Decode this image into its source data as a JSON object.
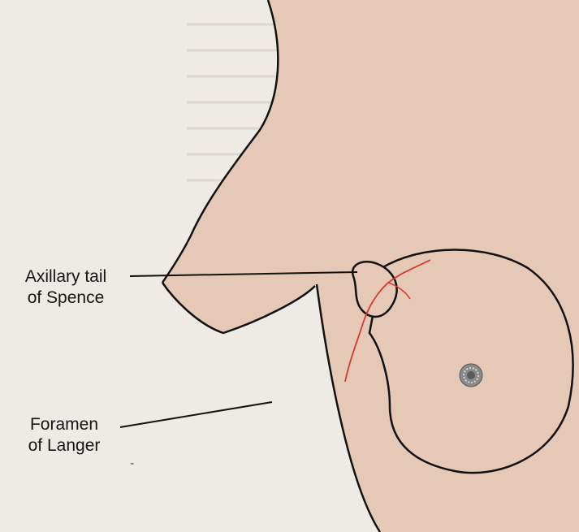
{
  "labels": {
    "axillary_tail": [
      "Axillary tail",
      "of Spence"
    ],
    "foramen": [
      "Foramen",
      "of Langer"
    ]
  },
  "colors": {
    "background": "#eeeae6",
    "skin": "#e6c8b6",
    "outline": "#111111",
    "vessel": "#d23a2c",
    "nipple": "#5a5a5a",
    "areola": "#8a8a8a"
  }
}
